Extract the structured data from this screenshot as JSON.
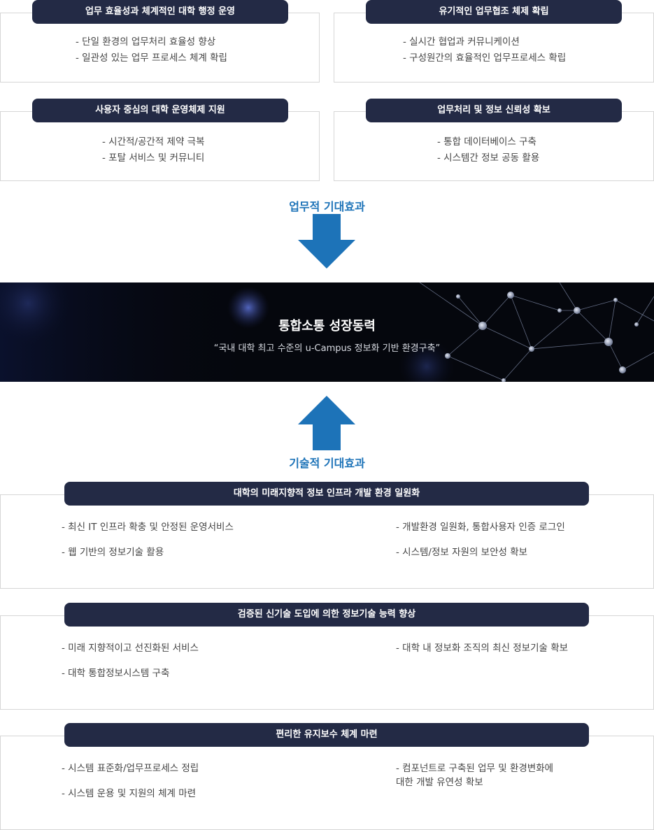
{
  "top_boxes": [
    {
      "title": "업무 효율성과 체계적인 대학 행정 운영",
      "items": [
        "- 단일 환경의 업무처리 효율성 향상",
        "- 일관성 있는 업무 프로세스 체계 확립"
      ]
    },
    {
      "title": "유기적인 업무협조 체제 확립",
      "items": [
        "- 실시간  협업과 커뮤니케이션",
        "- 구성원간의  효율적인 업무프로세스 확립"
      ]
    },
    {
      "title": "사용자 중심의 대학 운영체제 지원",
      "items": [
        "- 시간적/공간적 제약 극복",
        "- 포탈 서비스 및 커뮤니티"
      ]
    },
    {
      "title": "업무처리 및 정보 신뢰성 확보",
      "items": [
        "- 통합 데이터베이스 구축",
        "- 시스템간 정보 공동 활용"
      ]
    }
  ],
  "business_effect_label": "업무적 기대효과",
  "banner": {
    "title": "통합소통 성장동력",
    "subtitle": "“국내 대학 최고 수준의 u-Campus 정보화 기반 환경구축”"
  },
  "tech_effect_label": "기술적 기대효과",
  "bottom_boxes": [
    {
      "title": "대학의 미래지향적 정보 인프라 개발 환경 일원화",
      "left": [
        "- 최신 IT 인프라 확충 및 안정된 운영서비스",
        "- 웹 기반의 정보기술 활용"
      ],
      "right": [
        "- 개발환경 일원화, 통합사용자 인증 로그인",
        "- 시스템/정보 자원의 보안성 확보"
      ]
    },
    {
      "title": "검증된 신기술 도입에 의한 정보기술 능력 향상",
      "left": [
        "- 미래 지향적이고 선진화된 서비스",
        "- 대학 통합정보시스템 구축"
      ],
      "right": [
        "- 대학 내 정보화 조직의 최신 정보기술 확보"
      ]
    },
    {
      "title": "편리한 유지보수  체계 마련",
      "left": [
        "- 시스템 표준화/업무프로세스 정립",
        "- 시스템 운용 및 지원의 체계 마련"
      ],
      "right": [
        "- 컴포넌트로 구축된 업무 및 환경변화에\n  대한 개발 유연성 확보"
      ]
    }
  ],
  "colors": {
    "pill": "#232a45",
    "accent_blue": "#1d73b8",
    "border": "#d6d6d6"
  }
}
